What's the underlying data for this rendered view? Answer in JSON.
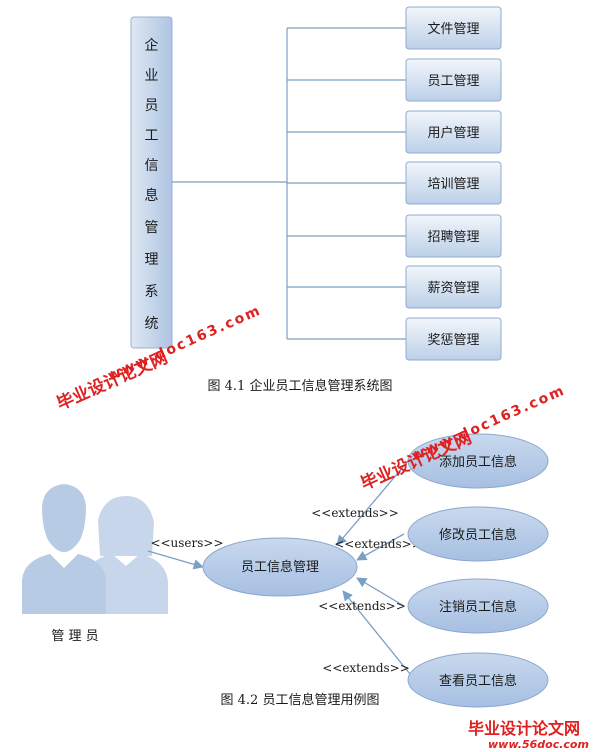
{
  "figure1": {
    "system_label_chars": [
      "企",
      "业",
      "员",
      "工",
      "信",
      "息",
      "管",
      "理",
      "系",
      "统"
    ],
    "modules": [
      "文件管理",
      "员工管理",
      "用户管理",
      "培训管理",
      "招聘管理",
      "薪资管理",
      "奖惩管理"
    ],
    "caption": "图 4.1  企业员工信息管理系统图"
  },
  "figure2": {
    "actor_label": "管  理  员",
    "actor_link_label": "<<users>>",
    "main_use_case": "员工信息管理",
    "extension_use_cases": [
      "添加员工信息",
      "修改员工信息",
      "注销员工信息",
      "查看员工信息"
    ],
    "extend_label": "<<extends>>",
    "caption": "图 4.2  员工信息管理用例图"
  },
  "watermarks": {
    "title": "毕业设计论文网",
    "site": "www.doc163.com",
    "footer_title": "毕业设计论文网",
    "footer_site": "www.56doc.com"
  },
  "colors": {
    "line": "#7aa0c4",
    "box_fill_top": "#f2f6fb",
    "box_fill_bottom": "#bcd0e8",
    "ellipse_fill": "#b3c9e6",
    "actor": "#c7d6ea",
    "watermark": "#e02020"
  }
}
